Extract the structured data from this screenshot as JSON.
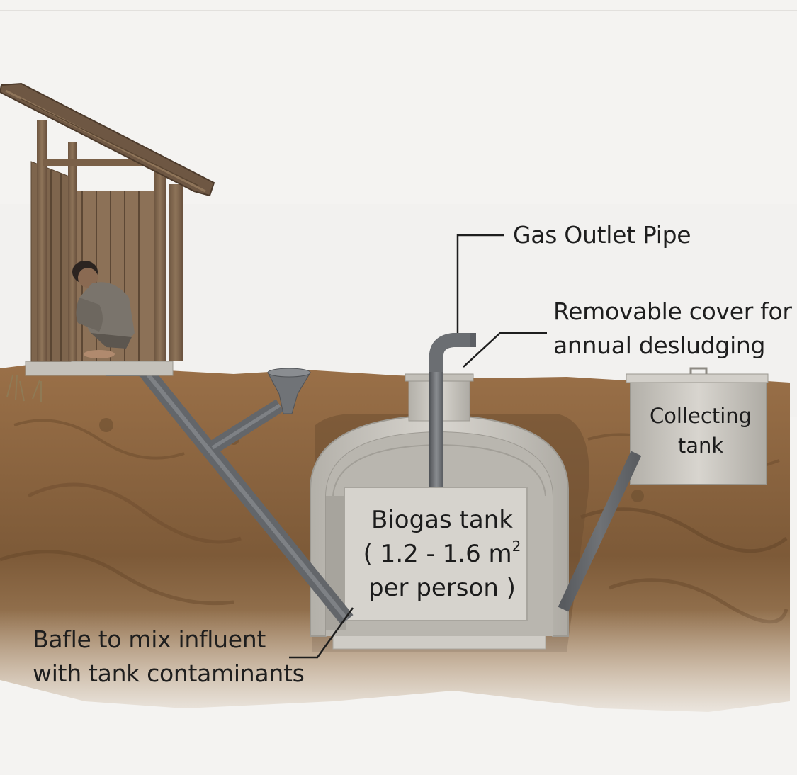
{
  "labels": {
    "gas_outlet_pipe": "Gas Outlet Pipe",
    "removable_cover": [
      "Removable cover for",
      "annual desludging"
    ],
    "biogas_tank": {
      "line1": "Biogas tank",
      "line2_prefix": "( 1.2 - 1.6 m",
      "line2_sup": "2",
      "line3": "per person )"
    },
    "collecting_tank": [
      "Collecting",
      "tank"
    ],
    "bafle": [
      "Bafle to mix influent",
      "with tank contaminants"
    ]
  },
  "colors": {
    "background": "#f4f3f1",
    "soil": "#8a6440",
    "concrete": "#c9c6bf",
    "pipe": "#6b6e72",
    "wood": "#7a6048",
    "text": "#1e1e1e"
  },
  "icons": [
    "outhouse",
    "squatting-person",
    "pvc-pipe",
    "funnel-inlet",
    "concrete-dome",
    "gas-pipe",
    "collecting-tank"
  ]
}
